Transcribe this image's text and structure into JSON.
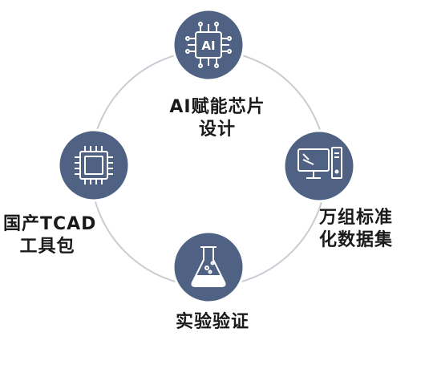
{
  "colors": {
    "ring": "#c9ccd3",
    "node_fill": "#4f6283",
    "node_border": "#ffffff",
    "icon": "#ffffff",
    "text": "#1a1a1a"
  },
  "nodes": [
    {
      "id": "top",
      "icon": "ai-chip-icon",
      "chip_text": "AI",
      "label_lines": [
        "AI赋能芯片",
        "设计"
      ]
    },
    {
      "id": "right",
      "icon": "desktop-computer-icon",
      "label_lines": [
        "万组标准",
        "化数据集"
      ]
    },
    {
      "id": "bottom",
      "icon": "lab-flask-icon",
      "label_lines": [
        "实验验证"
      ]
    },
    {
      "id": "left",
      "icon": "processor-chip-icon",
      "label_lines": [
        "国产TCAD",
        "工具包"
      ]
    }
  ]
}
